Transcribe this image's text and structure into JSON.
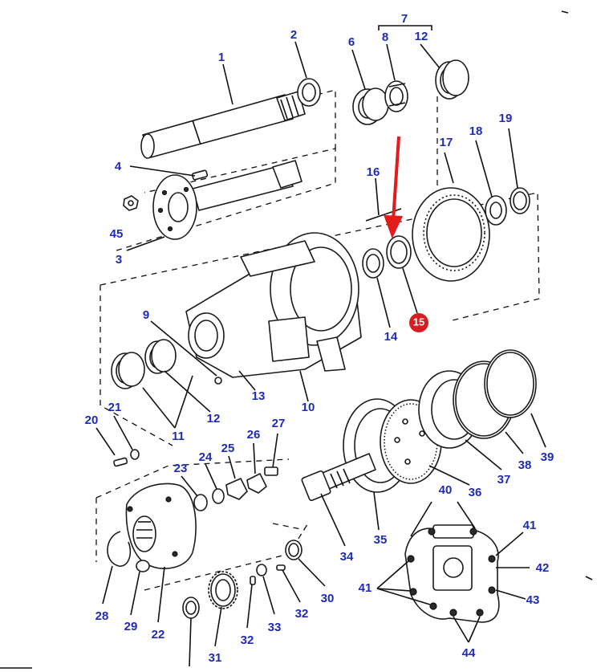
{
  "diagram": {
    "callouts": {
      "c1": "1",
      "c2": "2",
      "c3": "3",
      "c4": "4",
      "c45": "45",
      "c6": "6",
      "c7": "7",
      "c8": "8",
      "c12a": "12",
      "c17": "17",
      "c18": "18",
      "c19": "19",
      "c16": "16",
      "c15": "15",
      "c14": "14",
      "c9": "9",
      "c13": "13",
      "c10": "10",
      "c11": "11",
      "c12b": "12",
      "c20": "20",
      "c21": "21",
      "c23": "23",
      "c24": "24",
      "c25": "25",
      "c26": "26",
      "c27": "27",
      "c34": "34",
      "c35": "35",
      "c36": "36",
      "c37": "37",
      "c38": "38",
      "c39": "39",
      "c40": "40",
      "c41a": "41",
      "c41b": "41",
      "c42": "42",
      "c43": "43",
      "c44": "44",
      "c28": "28",
      "c29": "29",
      "c22": "22",
      "c31": "31",
      "c32a": "32",
      "c33": "33",
      "c32b": "32",
      "c30": "30"
    },
    "highlight": {
      "label": "15",
      "color": "#d61e1e",
      "arrow_color": "#e41b1b"
    },
    "callout_color": "#1f2bb8"
  }
}
